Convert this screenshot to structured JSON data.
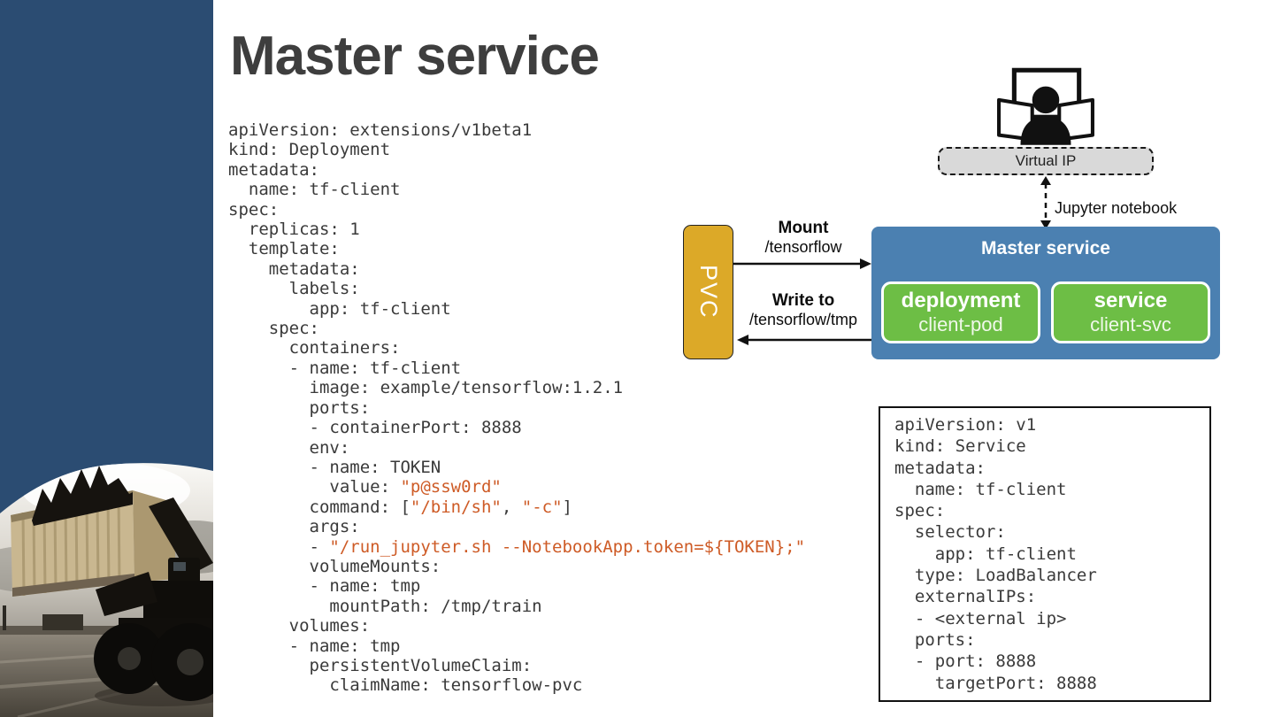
{
  "slide": {
    "title": "Master service"
  },
  "colors": {
    "sidebar_blue": "#2B4C72",
    "master_blue": "#4B80B1",
    "k8s_green": "#6DBE45",
    "pvc_gold": "#DCA928",
    "string_orange": "#CE5B26",
    "virtual_ip_gray": "#D9D9D9",
    "title_gray": "#3E3E3E",
    "code_gray": "#3A3A3A"
  },
  "deployment_yaml": {
    "lines": [
      "apiVersion: extensions/v1beta1",
      "kind: Deployment",
      "metadata:",
      "  name: tf-client",
      "spec:",
      "  replicas: 1",
      "  template:",
      "    metadata:",
      "      labels:",
      "        app: tf-client",
      "    spec:",
      "      containers:",
      "      - name: tf-client",
      "        image: example/tensorflow:1.2.1",
      "        ports:",
      "        - containerPort: 8888",
      "        env:",
      "        - name: TOKEN",
      [
        {
          "t": "          value: "
        },
        {
          "t": "\"p@ssw0rd\"",
          "c": "str"
        }
      ],
      [
        {
          "t": "        command: ["
        },
        {
          "t": "\"/bin/sh\"",
          "c": "str"
        },
        {
          "t": ", "
        },
        {
          "t": "\"-c\"",
          "c": "str"
        },
        {
          "t": "]"
        }
      ],
      "        args:",
      [
        {
          "t": "        - "
        },
        {
          "t": "\"/run_jupyter.sh --NotebookApp.token=${TOKEN};\"",
          "c": "str"
        }
      ],
      "        volumeMounts:",
      "        - name: tmp",
      "          mountPath: /tmp/train",
      "      volumes:",
      "      - name: tmp",
      "        persistentVolumeClaim:",
      "          claimName: tensorflow-pvc"
    ]
  },
  "service_yaml": {
    "lines": [
      "apiVersion: v1",
      "kind: Service",
      "metadata:",
      "  name: tf-client",
      "spec:",
      "  selector:",
      "    app: tf-client",
      "  type: LoadBalancer",
      "  externalIPs:",
      "  - <external ip>",
      "  ports:",
      "  - port: 8888",
      "    targetPort: 8888"
    ]
  },
  "diagram": {
    "virtual_ip_label": "Virtual IP",
    "jupyter_label": "Jupyter notebook",
    "pvc_label": "PVC",
    "master_title": "Master service",
    "deployment_box": {
      "title": "deployment",
      "subtitle": "client-pod"
    },
    "service_box": {
      "title": "service",
      "subtitle": "client-svc"
    },
    "mount_arrow": {
      "label": "Mount",
      "path": "/tensorflow"
    },
    "write_arrow": {
      "label": "Write to",
      "path": "/tensorflow/tmp"
    }
  }
}
